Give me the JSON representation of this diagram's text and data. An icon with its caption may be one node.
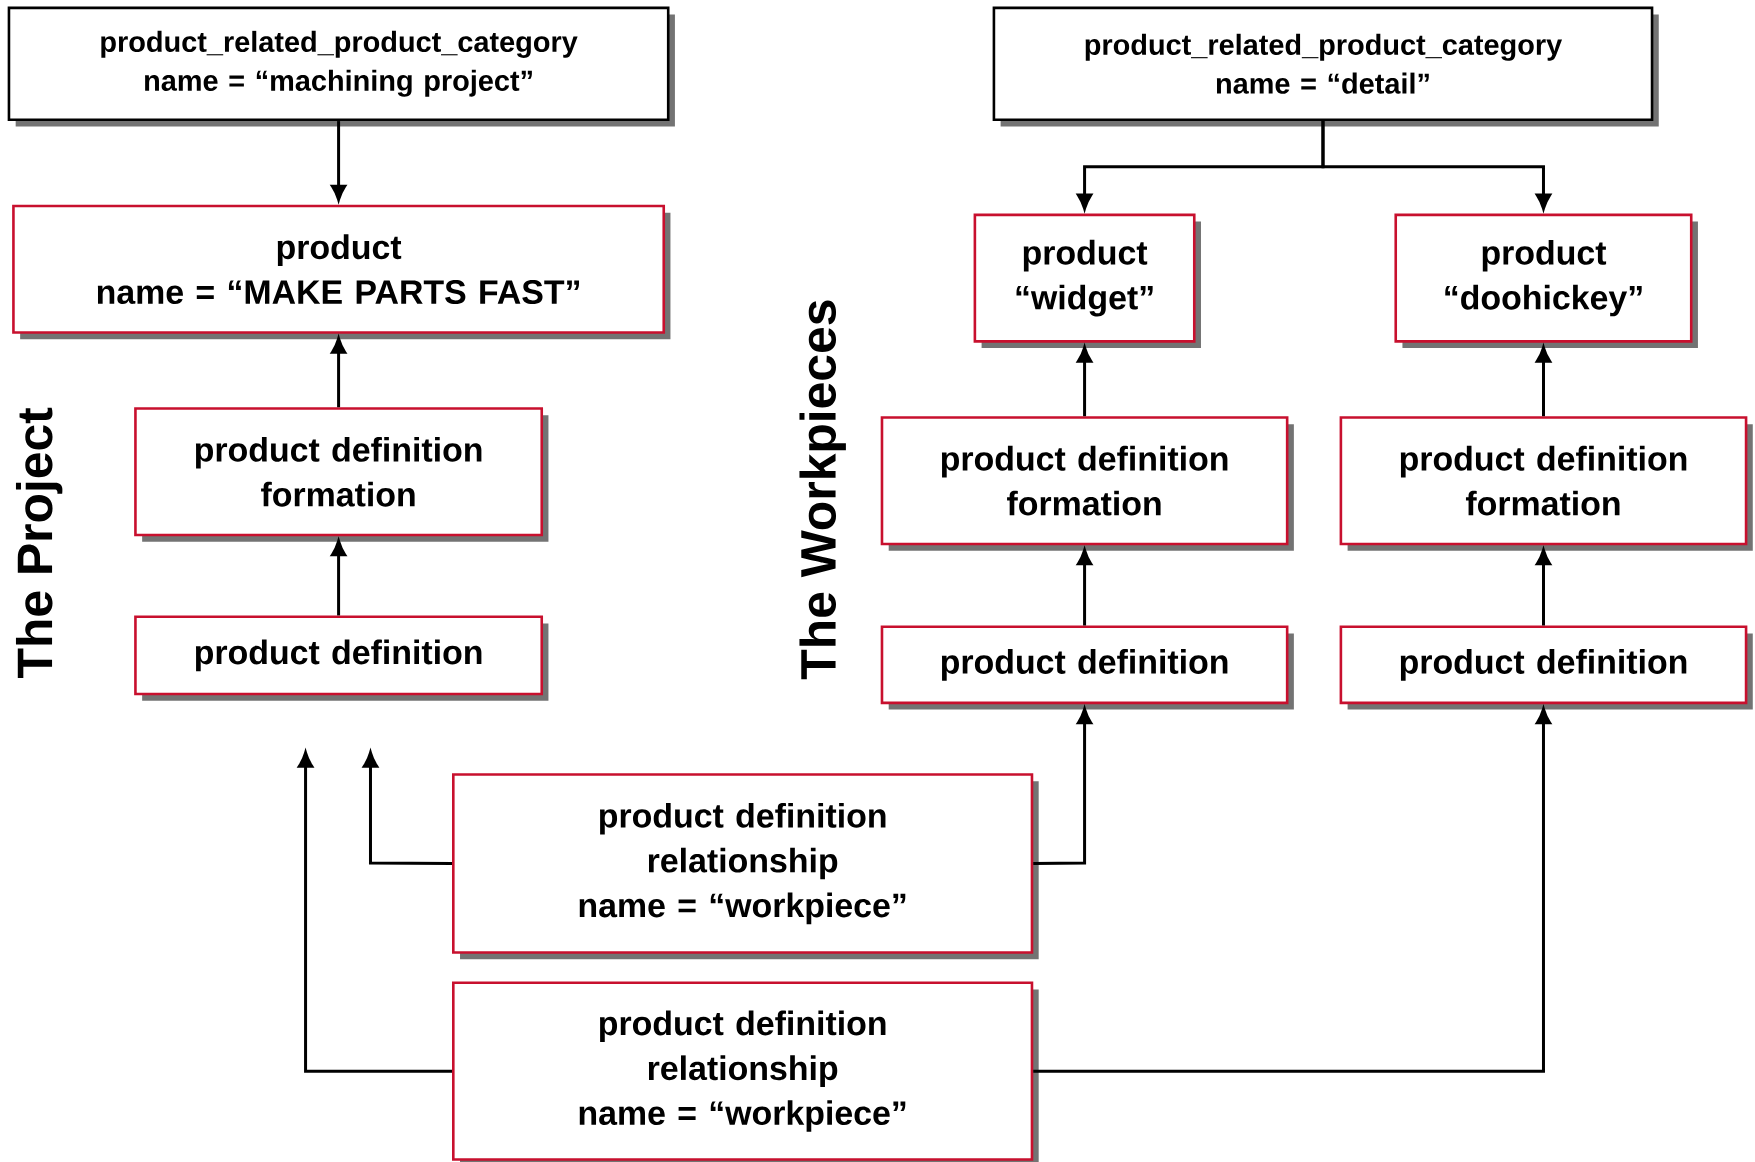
{
  "diagram": {
    "nodes": [
      {
        "text": [
          "product_related_product_category",
          "name = “machining project”"
        ]
      },
      {
        "text": [
          "product",
          "name = “MAKE PARTS FAST”"
        ]
      },
      {
        "text": [
          "product definition formation"
        ]
      },
      {
        "text": [
          "product definition"
        ]
      },
      {
        "text": [
          "product_related_product_category",
          "name = “detail”"
        ]
      },
      {
        "text": [
          "product",
          "“widget”"
        ]
      },
      {
        "text": [
          "product",
          "“doohickey”"
        ]
      },
      {
        "text": [
          "product definition formation"
        ]
      },
      {
        "text": [
          "product definition formation"
        ]
      },
      {
        "text": [
          "product definition"
        ]
      },
      {
        "text": [
          "product definition"
        ]
      },
      {
        "text": [
          "product definition relationship",
          "name = “workpiece”"
        ]
      },
      {
        "text": [
          "product definition relationship",
          "name = “workpiece”"
        ]
      }
    ],
    "edges": [
      {
        "from": 0,
        "to": 1,
        "arrow": "to"
      },
      {
        "from": 2,
        "to": 1,
        "arrow": "to"
      },
      {
        "from": 3,
        "to": 2,
        "arrow": "to"
      },
      {
        "from": 4,
        "to": 5,
        "arrow": "to"
      },
      {
        "from": 4,
        "to": 6,
        "arrow": "to"
      },
      {
        "from": 7,
        "to": 5,
        "arrow": "to"
      },
      {
        "from": 9,
        "to": 7,
        "arrow": "to"
      },
      {
        "from": 8,
        "to": 6,
        "arrow": "to"
      },
      {
        "from": 10,
        "to": 8,
        "arrow": "to"
      },
      {
        "from": 11,
        "to": 9,
        "arrow": "to"
      },
      {
        "from": 11,
        "to": null,
        "arrow": "to"
      },
      {
        "from": 12,
        "to": 10,
        "arrow": "to"
      },
      {
        "from": 12,
        "to": null,
        "arrow": "to"
      }
    ],
    "labels": [
      "The Project",
      "The Workpieces"
    ]
  }
}
